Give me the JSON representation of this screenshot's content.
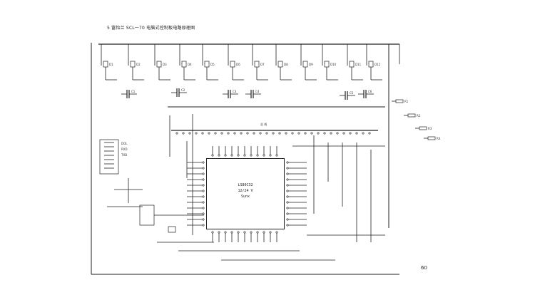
{
  "figure": {
    "caption": "5  富怡兰 SCL一70 电脑式控制板电路原理图",
    "page_number": "60",
    "chip": {
      "line1": "LS80C32",
      "line2": "12/24 V",
      "line3": "Sunx"
    },
    "bus_label": "总 线",
    "part_labels": {
      "diodes": [
        "D1",
        "D2",
        "D3",
        "D4",
        "D5",
        "D6",
        "D7",
        "D8",
        "D9",
        "D10",
        "D11",
        "D12"
      ],
      "capacitors": [
        "C1",
        "C2",
        "C3",
        "C4",
        "C5",
        "C6"
      ],
      "resistors": [
        "R1",
        "R2",
        "R3",
        "R4"
      ],
      "left_block": [
        "DOL",
        "RXD",
        "TXD"
      ]
    }
  }
}
